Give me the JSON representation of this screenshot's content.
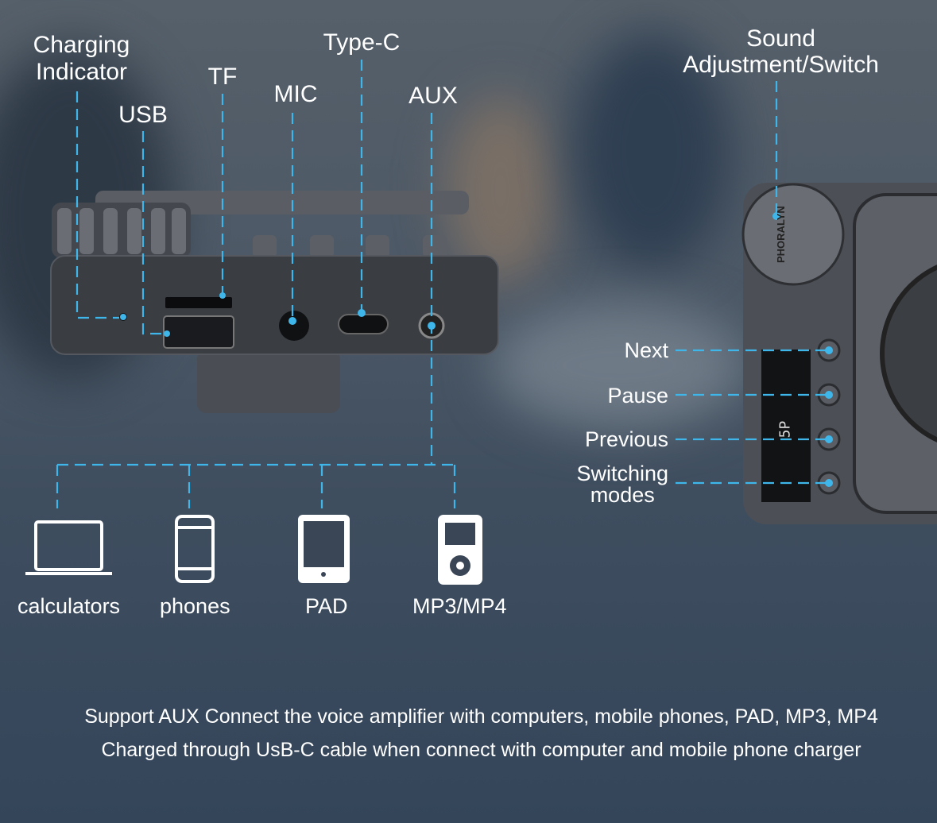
{
  "port_labels": {
    "charging_line1": "Charging",
    "charging_line2": "Indicator",
    "usb": "USB",
    "tf": "TF",
    "mic": "MIC",
    "typec": "Type-C",
    "aux": "AUX"
  },
  "sound_label": {
    "line1": "Sound",
    "line2": "Adjustment/Switch"
  },
  "button_labels": {
    "next": "Next",
    "pause": "Pause",
    "previous": "Previous",
    "switching_line1": "Switching",
    "switching_line2": "modes"
  },
  "devices": [
    "calculators",
    "phones",
    "PAD",
    "MP3/MP4"
  ],
  "brand": "PHORALYN",
  "display_text": "5P",
  "footer": {
    "line1": "Support AUX Connect the voice amplifier with computers, mobile phones, PAD, MP3, MP4",
    "line2": "Charged through UsB-C cable when connect with computer and mobile phone charger"
  },
  "colors": {
    "accent": "#3fb6ea",
    "device": "#3a3d42"
  }
}
